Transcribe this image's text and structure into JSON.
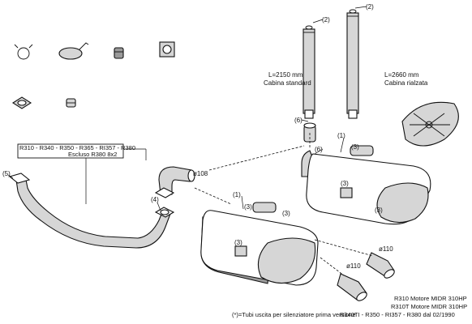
{
  "callouts": {
    "c1": "(1)",
    "c2": "(2)",
    "c3": "(3)",
    "c4": "(4)",
    "c5": "(5)",
    "c6": "(6)"
  },
  "pipes": {
    "standard": {
      "length": "L=2150 mm",
      "cab": "Cabina standard"
    },
    "raised": {
      "length": "L=2660 mm",
      "cab": "Cabina rialzata"
    }
  },
  "diameters": {
    "d108": "ø108",
    "d110": "ø110"
  },
  "model_box": {
    "line1": "R310 - R340 - R350 - R365 - RI357 - R380",
    "line2": "Escluso R380 8x2"
  },
  "notes": {
    "footnote": "(*)=Tubi uscita per silenziatore prima versione",
    "line1": "R310 Motore MIDR 310HP",
    "line2": "R310T Motore MIDR 310HP",
    "line3": "R340TI - R350 - RI357 - R380 dal 02/1990"
  }
}
